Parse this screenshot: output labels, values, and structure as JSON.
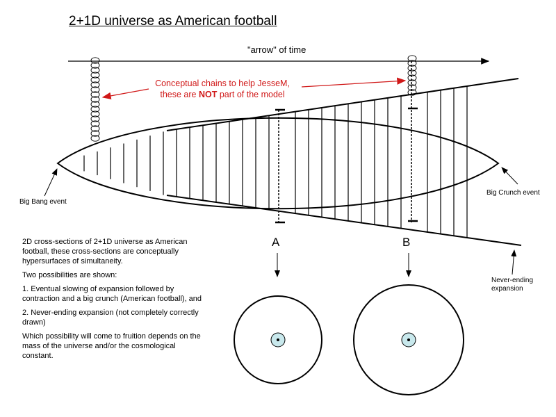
{
  "title": "2+1D universe as American football",
  "time_label": "\"arrow\" of time",
  "chains_note": {
    "line1": "Conceptual chains to help JesseM,",
    "line2_pre": "these are ",
    "line2_bold": "NOT",
    "line2_post": " part of the model"
  },
  "big_bang_label": "Big Bang event",
  "big_crunch_label": "Big Crunch event",
  "never_ending_label": "Never-ending expansion",
  "section_a_label": "A",
  "section_b_label": "B",
  "explanation": {
    "p1": "2D  cross-sections of 2+1D universe as American football, these cross-sections are conceptually hypersurfaces of simultaneity.",
    "p2": "Two possibilities are shown:",
    "p3": "1. Eventual slowing of expansion followed by contraction and a big crunch (American football), and",
    "p4": "2. Never-ending expansion (not completely correctly drawn)",
    "p5": "Which possibility will come to fruition depends on the mass of the universe and/or the cosmological constant."
  },
  "colors": {
    "annotation": "#d01818",
    "ink": "#000000",
    "dot_fill": "#c8e8ec"
  }
}
